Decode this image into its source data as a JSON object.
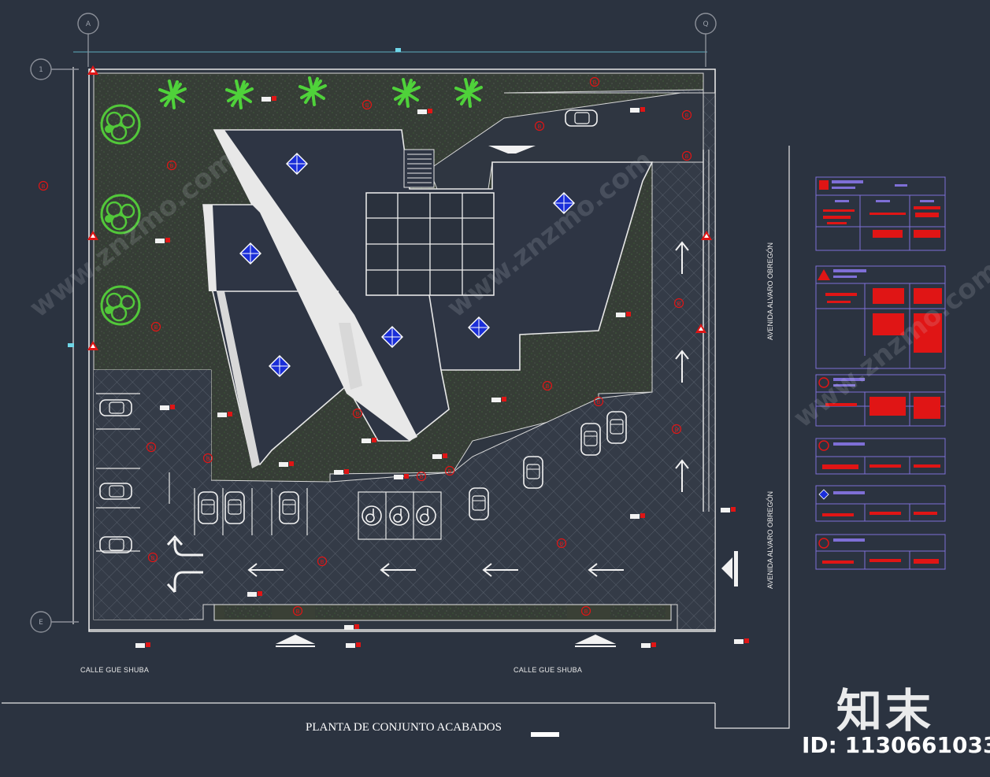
{
  "drawing": {
    "title": "PLANTA DE CONJUNTO ACABADOS",
    "streets": {
      "bottom_left": "CALLE GUE SHUBA",
      "bottom_right": "CALLE GUE SHUBA"
    },
    "avenues": {
      "upper": "AVENIDA ALVARO OBREGÓN",
      "lower": "AVENIDA ALVARO OBREGÓN"
    },
    "grid_markers": {
      "top_left": "A",
      "top_right": "Q",
      "left_top": "1",
      "left_bottom": "E"
    }
  },
  "branding": {
    "mark": "知末",
    "id_text": "ID: 1130661033",
    "watermark": "www.znzmo.com"
  },
  "colors": {
    "background": "#2b3340",
    "lines": "#e6e6e6",
    "ground": "#3a4036",
    "vegetation": "#34a82a",
    "hatch": "#7a8290",
    "building": "#2e3544",
    "accent_red": "#e01515",
    "accent_blue": "#1a2ed8",
    "legend_purple": "#7e6fd6"
  },
  "icons": [
    "palm-tree-icon",
    "round-tree-icon",
    "car-icon",
    "wheelchair-icon",
    "arrow-icon",
    "level-marker-icon",
    "grid-bubble-icon"
  ]
}
